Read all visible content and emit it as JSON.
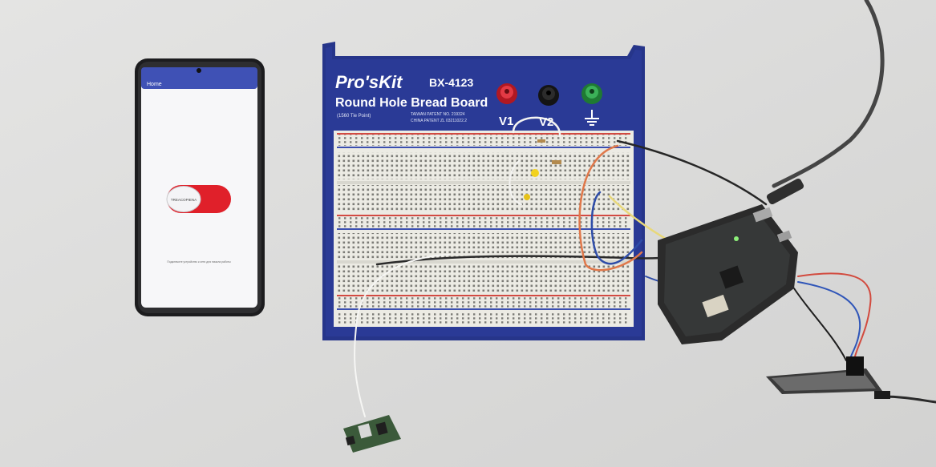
{
  "scene": {
    "description_colors": {
      "table": "#dcdcdb",
      "phone_bar": "#3f51b5",
      "toggle_red": "#e0202a",
      "breadboard_frame": "#26358a",
      "breadboard_body": "#ecebe4",
      "pcb": "#2b2b2b"
    }
  },
  "phone": {
    "app_title": "Home",
    "toggle_label": "TREACOPIENA",
    "footer_text": "Подключите устройство к сети для начала работы"
  },
  "breadboard": {
    "brand": "Pro'sKit",
    "model": "BX-4123",
    "title": "Round Hole Bread Board",
    "subtitle": "(1560 Tie Point)",
    "patent_1": "TAIWAN PATENT NO. 219324",
    "patent_2": "CHINA PATENT ZL 03211022.2",
    "v1": "V1",
    "v2": "V2"
  }
}
